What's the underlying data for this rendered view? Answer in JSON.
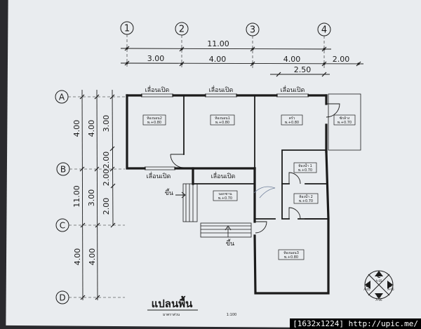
{
  "grid": {
    "columns": [
      "1",
      "2",
      "3",
      "4"
    ],
    "rows": [
      "A",
      "B",
      "C",
      "D"
    ]
  },
  "dimensions": {
    "top_total": "11.00",
    "top_segments": [
      "3.00",
      "4.00",
      "4.00",
      "2.00"
    ],
    "top_sub": "2.50",
    "left_total": "11.00",
    "left_outer": [
      "4.00",
      "3.00",
      "4.00"
    ],
    "left_inner": [
      "3.00",
      "2.00",
      "2.00",
      "2.00"
    ]
  },
  "labels": {
    "window": "เลื่อนเปิด",
    "up": "ขึ้น"
  },
  "rooms": [
    {
      "name": "ห้องนอน2",
      "level": "พ.+0.80"
    },
    {
      "name": "ห้องนอน1",
      "level": "พ.+0.80"
    },
    {
      "name": "ครัว",
      "level": "พ.+0.80"
    },
    {
      "name": "ซักล้าง",
      "level": "พ.+0.70"
    },
    {
      "name": "ห้องน้ำ 1",
      "level": "พ.+0.70"
    },
    {
      "name": "ห้องน้ำ 2",
      "level": "พ.+0.70"
    },
    {
      "name": "นอกชาน",
      "level": "พ.+0.70"
    },
    {
      "name": "ห้องนอน3",
      "level": "พ.+0.80"
    }
  ],
  "title": {
    "main": "แปลนพื้น",
    "sub": "มาตราส่วน",
    "scale": "1:100"
  },
  "section_marker": [
    "C",
    "B",
    "D",
    "A"
  ],
  "section_refs": [
    "A-05",
    "A-05",
    "A-06",
    "A-06"
  ],
  "footer": "[1632x1224] http://upic.me/"
}
